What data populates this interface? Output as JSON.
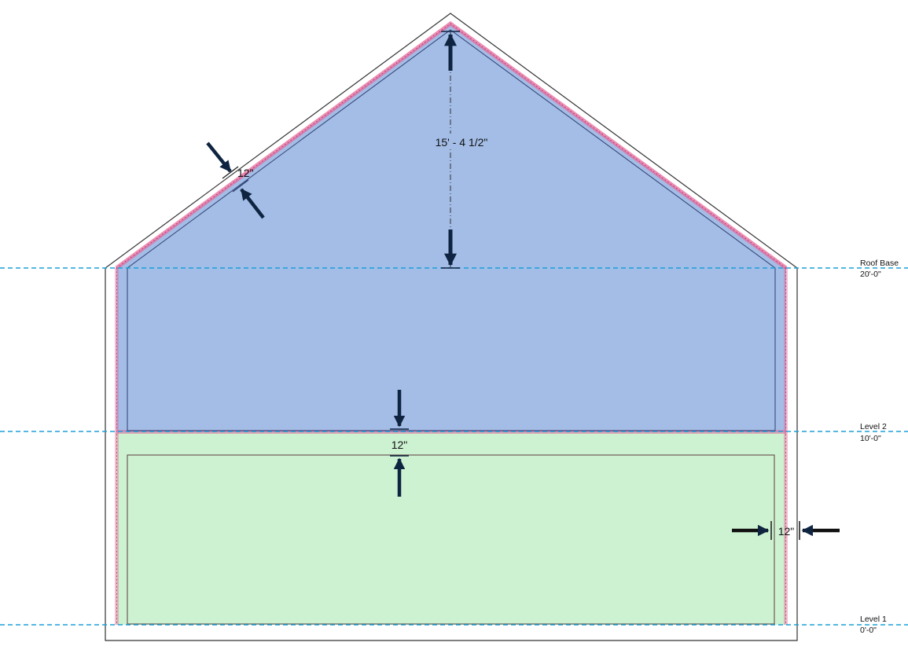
{
  "levels": [
    {
      "name": "Roof Base",
      "elevation": "20'-0\""
    },
    {
      "name": "Level 2",
      "elevation": "10'-0\""
    },
    {
      "name": "Level 1",
      "elevation": "0'-0\""
    }
  ],
  "dimensions": {
    "roof_height": "15' - 4 1/2\"",
    "roof_thickness": "12\"",
    "floor_thickness": "12\"",
    "wall_thickness": "12\""
  },
  "colors": {
    "level_line": "#1ba0d8",
    "upper_zone": "#a3bde6",
    "lower_zone": "#cdf2d2",
    "insulation": "#e56a9a",
    "outline": "#333333",
    "wall_outline": "#5a3a3a",
    "arrow": "#0e2440"
  }
}
